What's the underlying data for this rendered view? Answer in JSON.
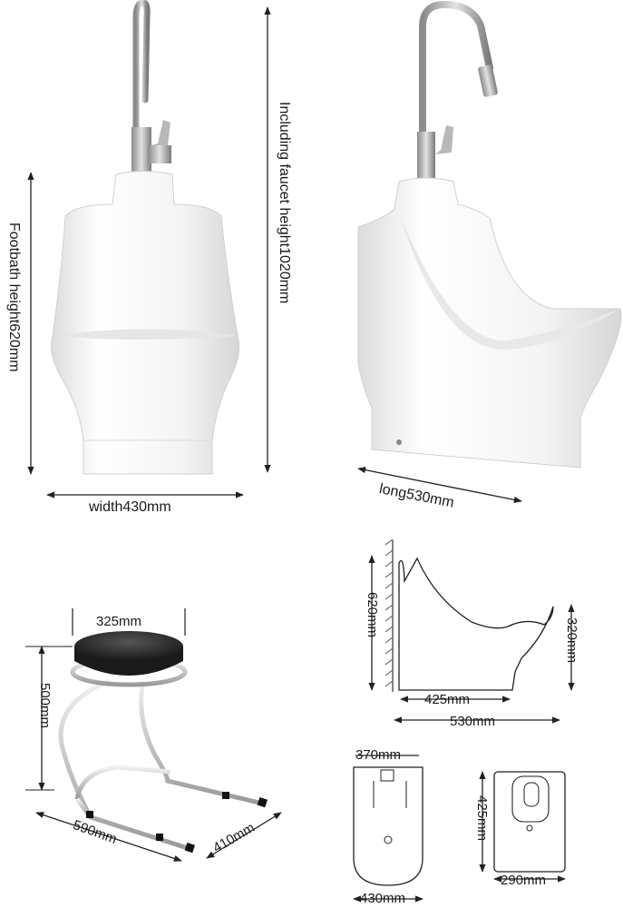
{
  "labels": {
    "width": "width430mm",
    "long": "long530mm",
    "faucet_height": "Including faucet height1020mm",
    "footbath_height": "Footbath height620mm",
    "stool_top": "325mm",
    "stool_height": "500mm",
    "stool_len": "590mm",
    "stool_width": "410mm",
    "side_height": "620mm",
    "side_rim": "320mm",
    "side_base": "425mm",
    "side_total": "530mm",
    "top_inner": "370mm",
    "top_outer": "430mm",
    "back_height": "425mm",
    "back_width": "290mm"
  }
}
